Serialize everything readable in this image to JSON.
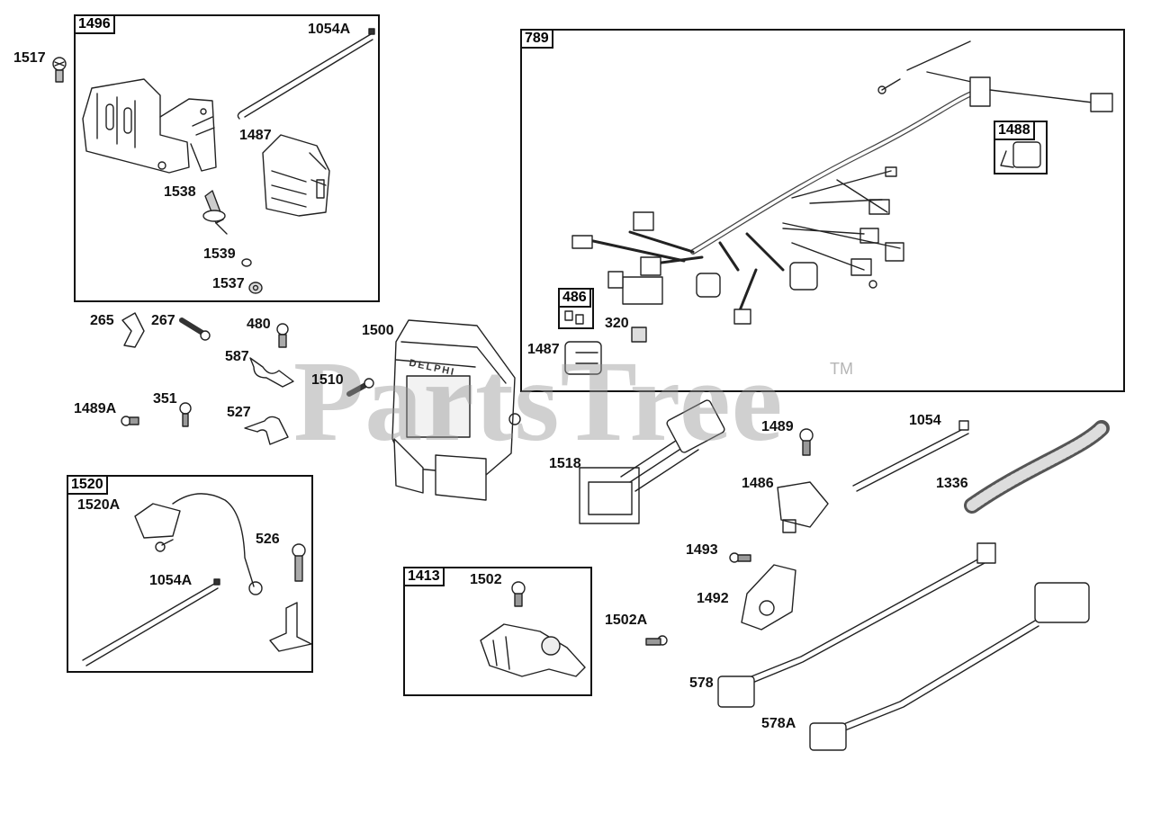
{
  "watermark": {
    "text": "PartsTree",
    "trademark": "TM"
  },
  "groups": {
    "g1496": "1496",
    "g789": "789",
    "g1488": "1488",
    "g486": "486",
    "g1520": "1520",
    "g1413": "1413"
  },
  "callouts": {
    "c1517": "1517",
    "c1054A_top": "1054A",
    "c1487_top": "1487",
    "c1538": "1538",
    "c1539": "1539",
    "c1537": "1537",
    "c265": "265",
    "c267": "267",
    "c480": "480",
    "c587": "587",
    "c1500": "1500",
    "c1510": "1510",
    "c1489A": "1489A",
    "c351": "351",
    "c527": "527",
    "c320": "320",
    "c1487_mid": "1487",
    "c1489": "1489",
    "c1054": "1054",
    "c1518": "1518",
    "c1486": "1486",
    "c1336": "1336",
    "c1520A": "1520A",
    "c526": "526",
    "c1054A_low": "1054A",
    "c1502": "1502",
    "c1493": "1493",
    "c1492": "1492",
    "c1502A": "1502A",
    "c578": "578",
    "c578A": "578A"
  },
  "ecu_brand": "DELPHI"
}
